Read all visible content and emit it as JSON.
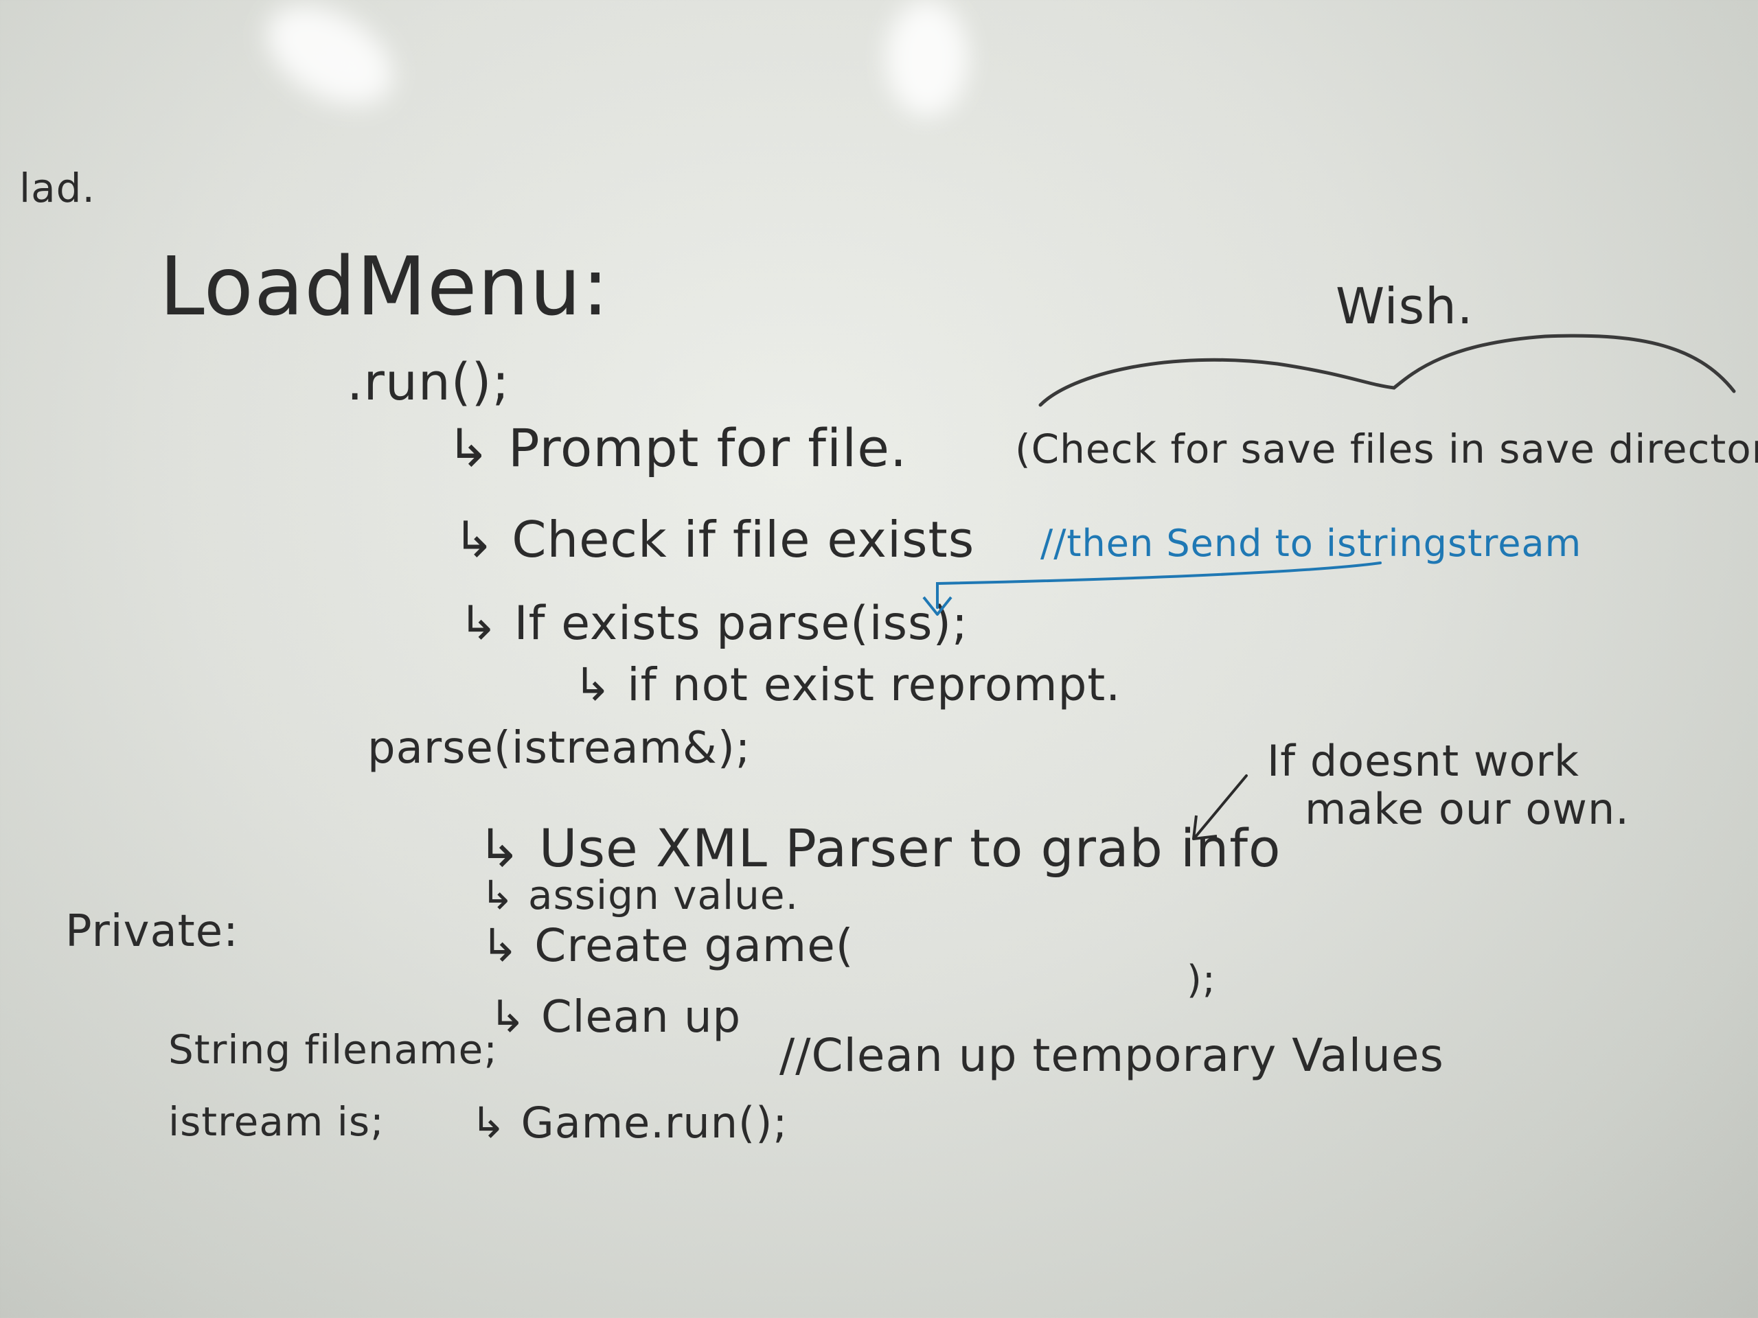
{
  "whiteboard": {
    "corner_fragment": "lad.",
    "title": "LoadMenu:",
    "run_call": ".run();",
    "wish_label": "Wish.",
    "step_prompt": "↳ Prompt for file.",
    "step_prompt_note": "(Check for save files in save directory)",
    "step_check": "↳ Check if file exists",
    "step_check_note": "//then Send to istringstream",
    "step_parse": "↳ If exists parse(iss);",
    "step_reprompt": "↳ if not exist reprompt.",
    "parse_signature": "parse(istream&);",
    "step_xml": "↳ Use XML Parser to grab info",
    "xml_note_line1": "If doesnt work",
    "xml_note_line2": "make our own.",
    "step_assign": "↳ assign value.",
    "step_create": "↳ Create game(",
    "closing_paren": ");",
    "step_cleanup": "↳ Clean up",
    "cleanup_note": "//Clean up temporary Values",
    "step_game_run": "↳ Game.run();",
    "private_label": "Private:",
    "private_field_filename": "String filename;",
    "private_field_stream": "istream is;",
    "ink_black": "#2b2b2b",
    "ink_blue": "#1f78b4"
  }
}
